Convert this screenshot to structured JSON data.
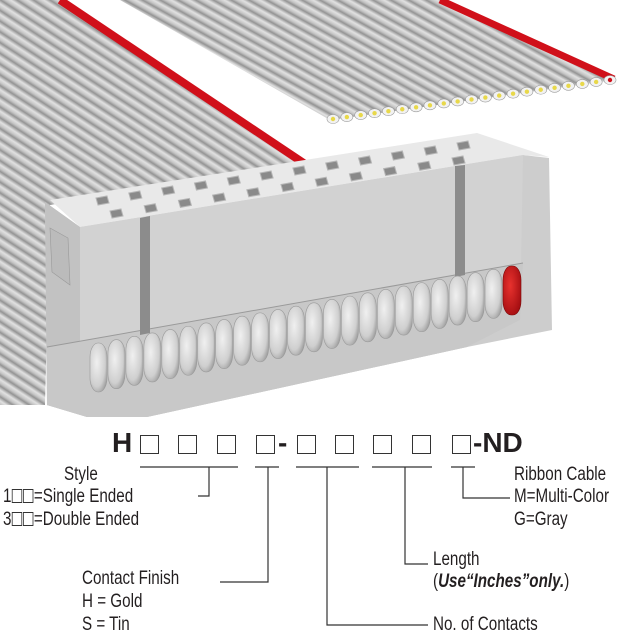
{
  "part_number": {
    "prefix": "H",
    "dash": "-",
    "suffix": "-ND"
  },
  "style": {
    "title": "Style",
    "options": [
      {
        "code": "1",
        "meaning": "=Single Ended"
      },
      {
        "code": "3",
        "meaning": "=Double Ended"
      }
    ]
  },
  "contact_finish": {
    "title": "Contact Finish",
    "options": [
      "H = Gold",
      "S = Tin"
    ]
  },
  "contacts": {
    "title": "No. of Contacts"
  },
  "length": {
    "title": "Length",
    "open": "(",
    "note": "Use“Inches”only.",
    "close": ")"
  },
  "ribbon_cable": {
    "title": "Ribbon Cable",
    "options": [
      "M=Multi-Color",
      "G=Gray"
    ]
  },
  "colors": {
    "cable": "#c9c9c9",
    "stripe": "#d0101a",
    "connector": "#d6d6d6",
    "conductor": "#e8d84a"
  }
}
